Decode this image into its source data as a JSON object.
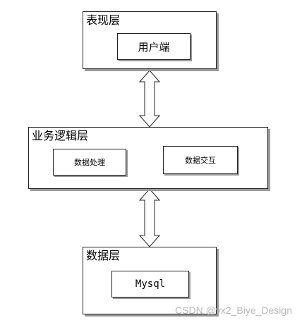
{
  "layers": {
    "presentation": {
      "title": "表现层",
      "node": "用户端"
    },
    "logic": {
      "title": "业务逻辑层",
      "node_process": "数据处理",
      "node_interact": "数据交互"
    },
    "data": {
      "title": "数据层",
      "node": "Mysql"
    }
  },
  "watermark": "CSDN @vx2_Biye_Design",
  "colors": {
    "border": "#222222",
    "shadow": "#9a9a9a",
    "arrow_fill": "#ffffff",
    "watermark": "#b8b8b8"
  }
}
